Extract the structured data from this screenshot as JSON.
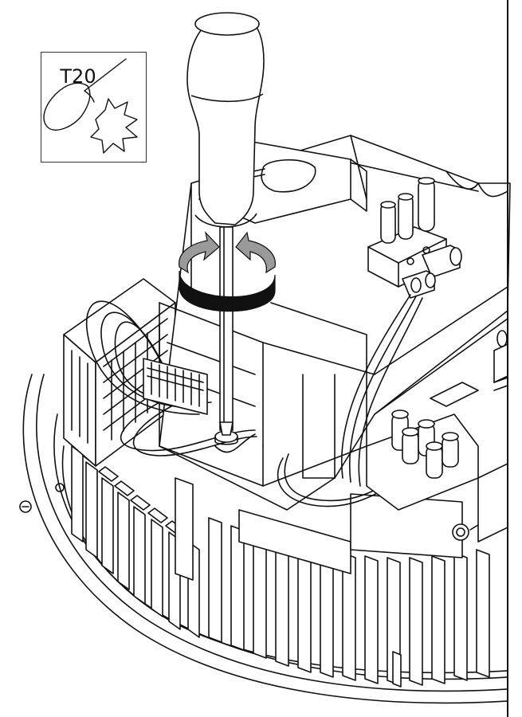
{
  "tool_icon": {
    "name": "torx-screwdriver-icon",
    "label": "T20"
  },
  "illustration": {
    "subject": "screwdriver-loosening-screw-on-luminaire-housing",
    "rotation": "counter-clockwise-arrow"
  },
  "colors": {
    "line": "#111111",
    "arrow_grey": "#9a9a9a",
    "band_black": "#111111",
    "background": "#ffffff"
  }
}
